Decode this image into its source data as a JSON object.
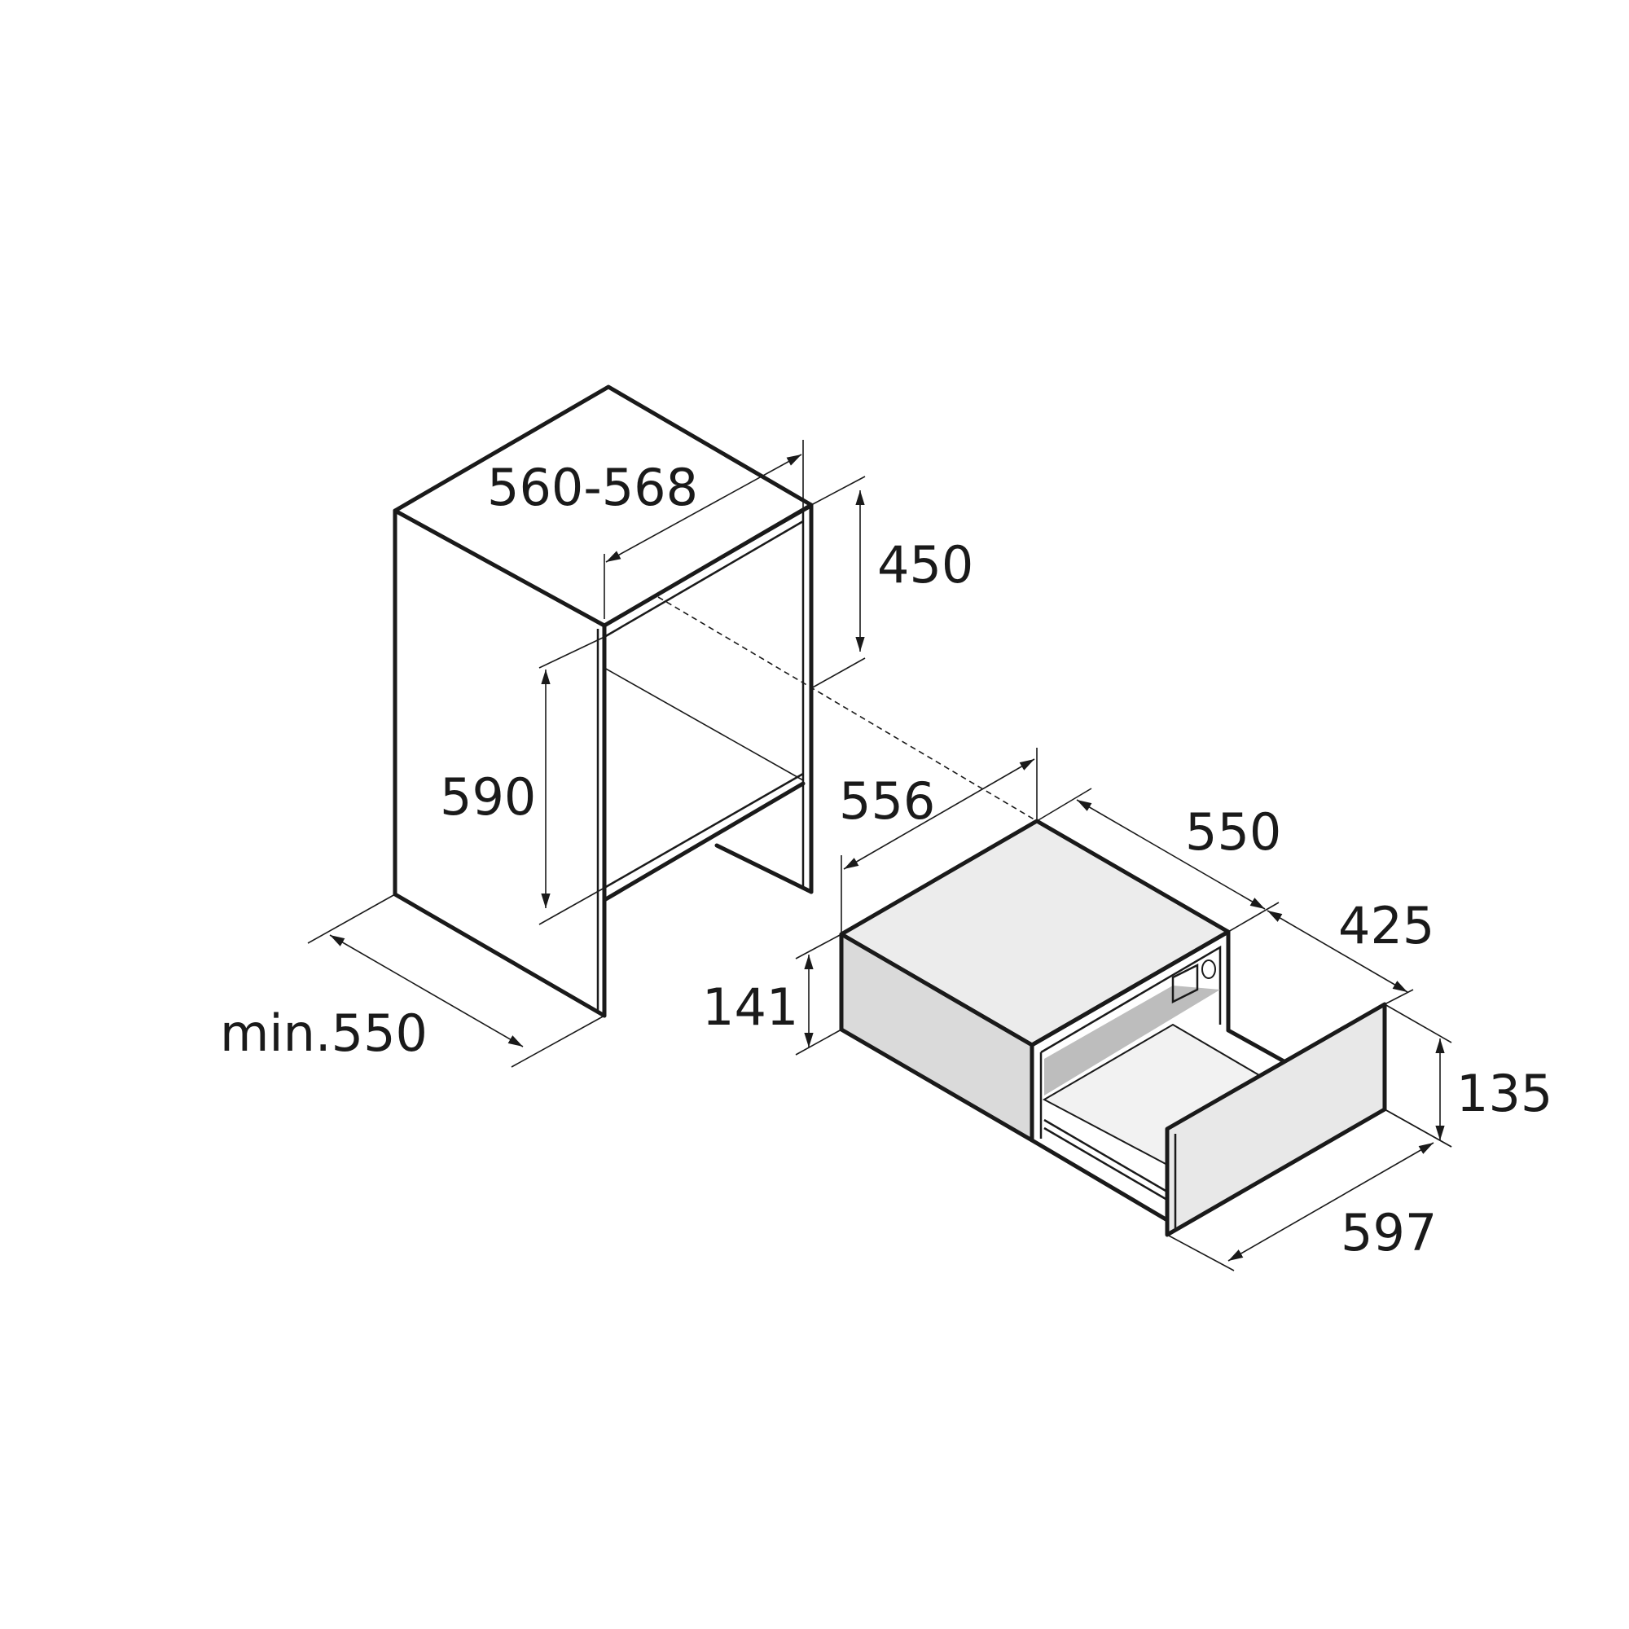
{
  "dimensions": {
    "niche_width": "560-568",
    "niche_opening_height": "450",
    "niche_height": "590",
    "niche_depth": "min.550",
    "appliance_width": "556",
    "appliance_depth": "550",
    "drawer_extension": "425",
    "appliance_height": "141",
    "front_height": "135",
    "front_width": "597"
  },
  "colors": {
    "line": "#1a1a1a",
    "top_face": "#ececec",
    "front_face": "#dadada",
    "inner_shadow": "#bdbdbd",
    "drawer_floor": "#f2f2f2",
    "drawer_front": "#e8e8e8"
  }
}
